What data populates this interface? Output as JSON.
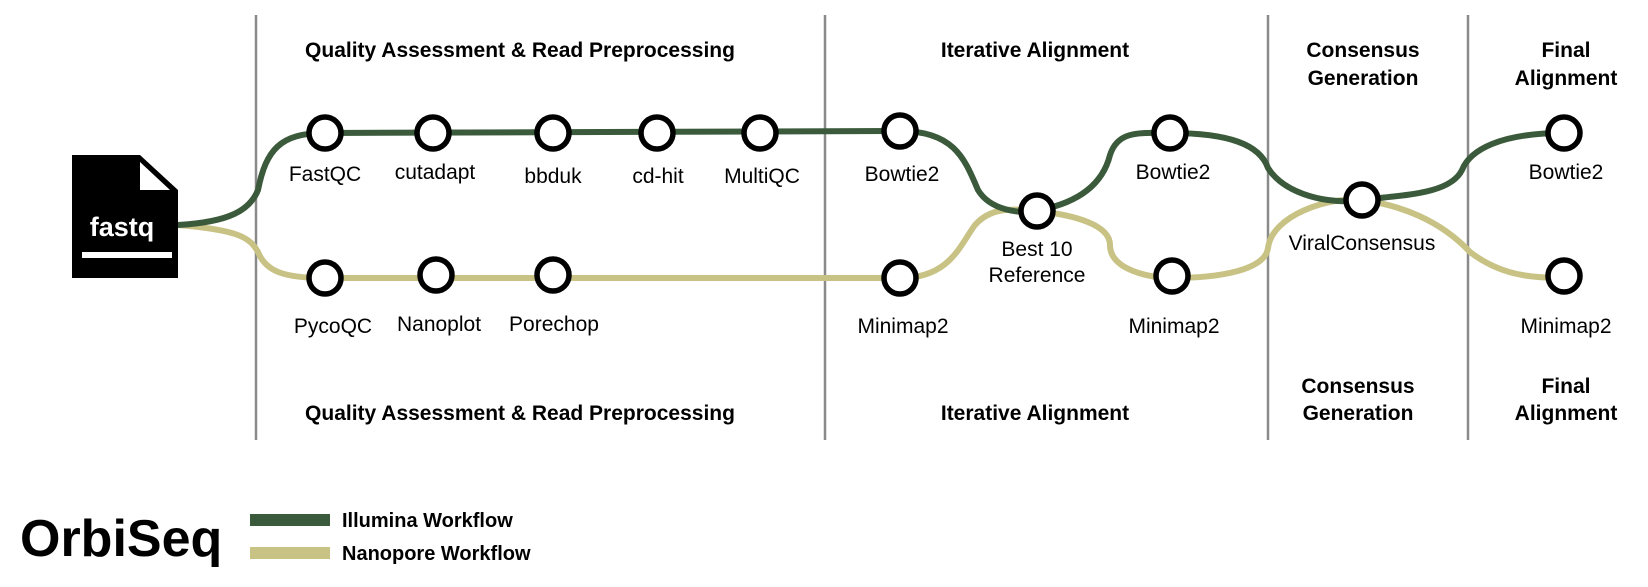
{
  "colors": {
    "illumina": "#3b5a3b",
    "nanopore": "#c8c285",
    "divider": "#8a8a8a",
    "node_fill": "#ffffff",
    "node_stroke": "#000000"
  },
  "input_file": {
    "label": "fastq",
    "icon": "file-icon"
  },
  "sections": {
    "top": {
      "preprocessing": "Quality Assessment & Read Preprocessing",
      "alignment": "Iterative Alignment",
      "consensus": [
        "Consensus",
        "Generation"
      ],
      "final": [
        "Final",
        "Alignment"
      ]
    },
    "bottom": {
      "preprocessing": "Quality Assessment & Read Preprocessing",
      "alignment": "Iterative Alignment",
      "consensus": [
        "Consensus",
        "Generation"
      ],
      "final": [
        "Final",
        "Alignment"
      ]
    }
  },
  "illumina_nodes": {
    "fastqc": "FastQC",
    "cutadapt": "cutadapt",
    "bbduk": "bbduk",
    "cdhit": "cd-hit",
    "multiqc": "MultiQC",
    "bowtie2_1": "Bowtie2",
    "bowtie2_2": "Bowtie2",
    "bowtie2_3": "Bowtie2"
  },
  "nanopore_nodes": {
    "pycoqc": "PycoQC",
    "nanoplot": "Nanoplot",
    "porechop": "Porechop",
    "minimap2_1": "Minimap2",
    "minimap2_2": "Minimap2",
    "minimap2_3": "Minimap2"
  },
  "shared_nodes": {
    "best_ref": [
      "Best 10",
      "Reference"
    ],
    "consensus": "ViralConsensus"
  },
  "legend": {
    "illumina": "Illumina Workflow",
    "nanopore": "Nanopore Workflow"
  },
  "brand": "OrbiSeq"
}
